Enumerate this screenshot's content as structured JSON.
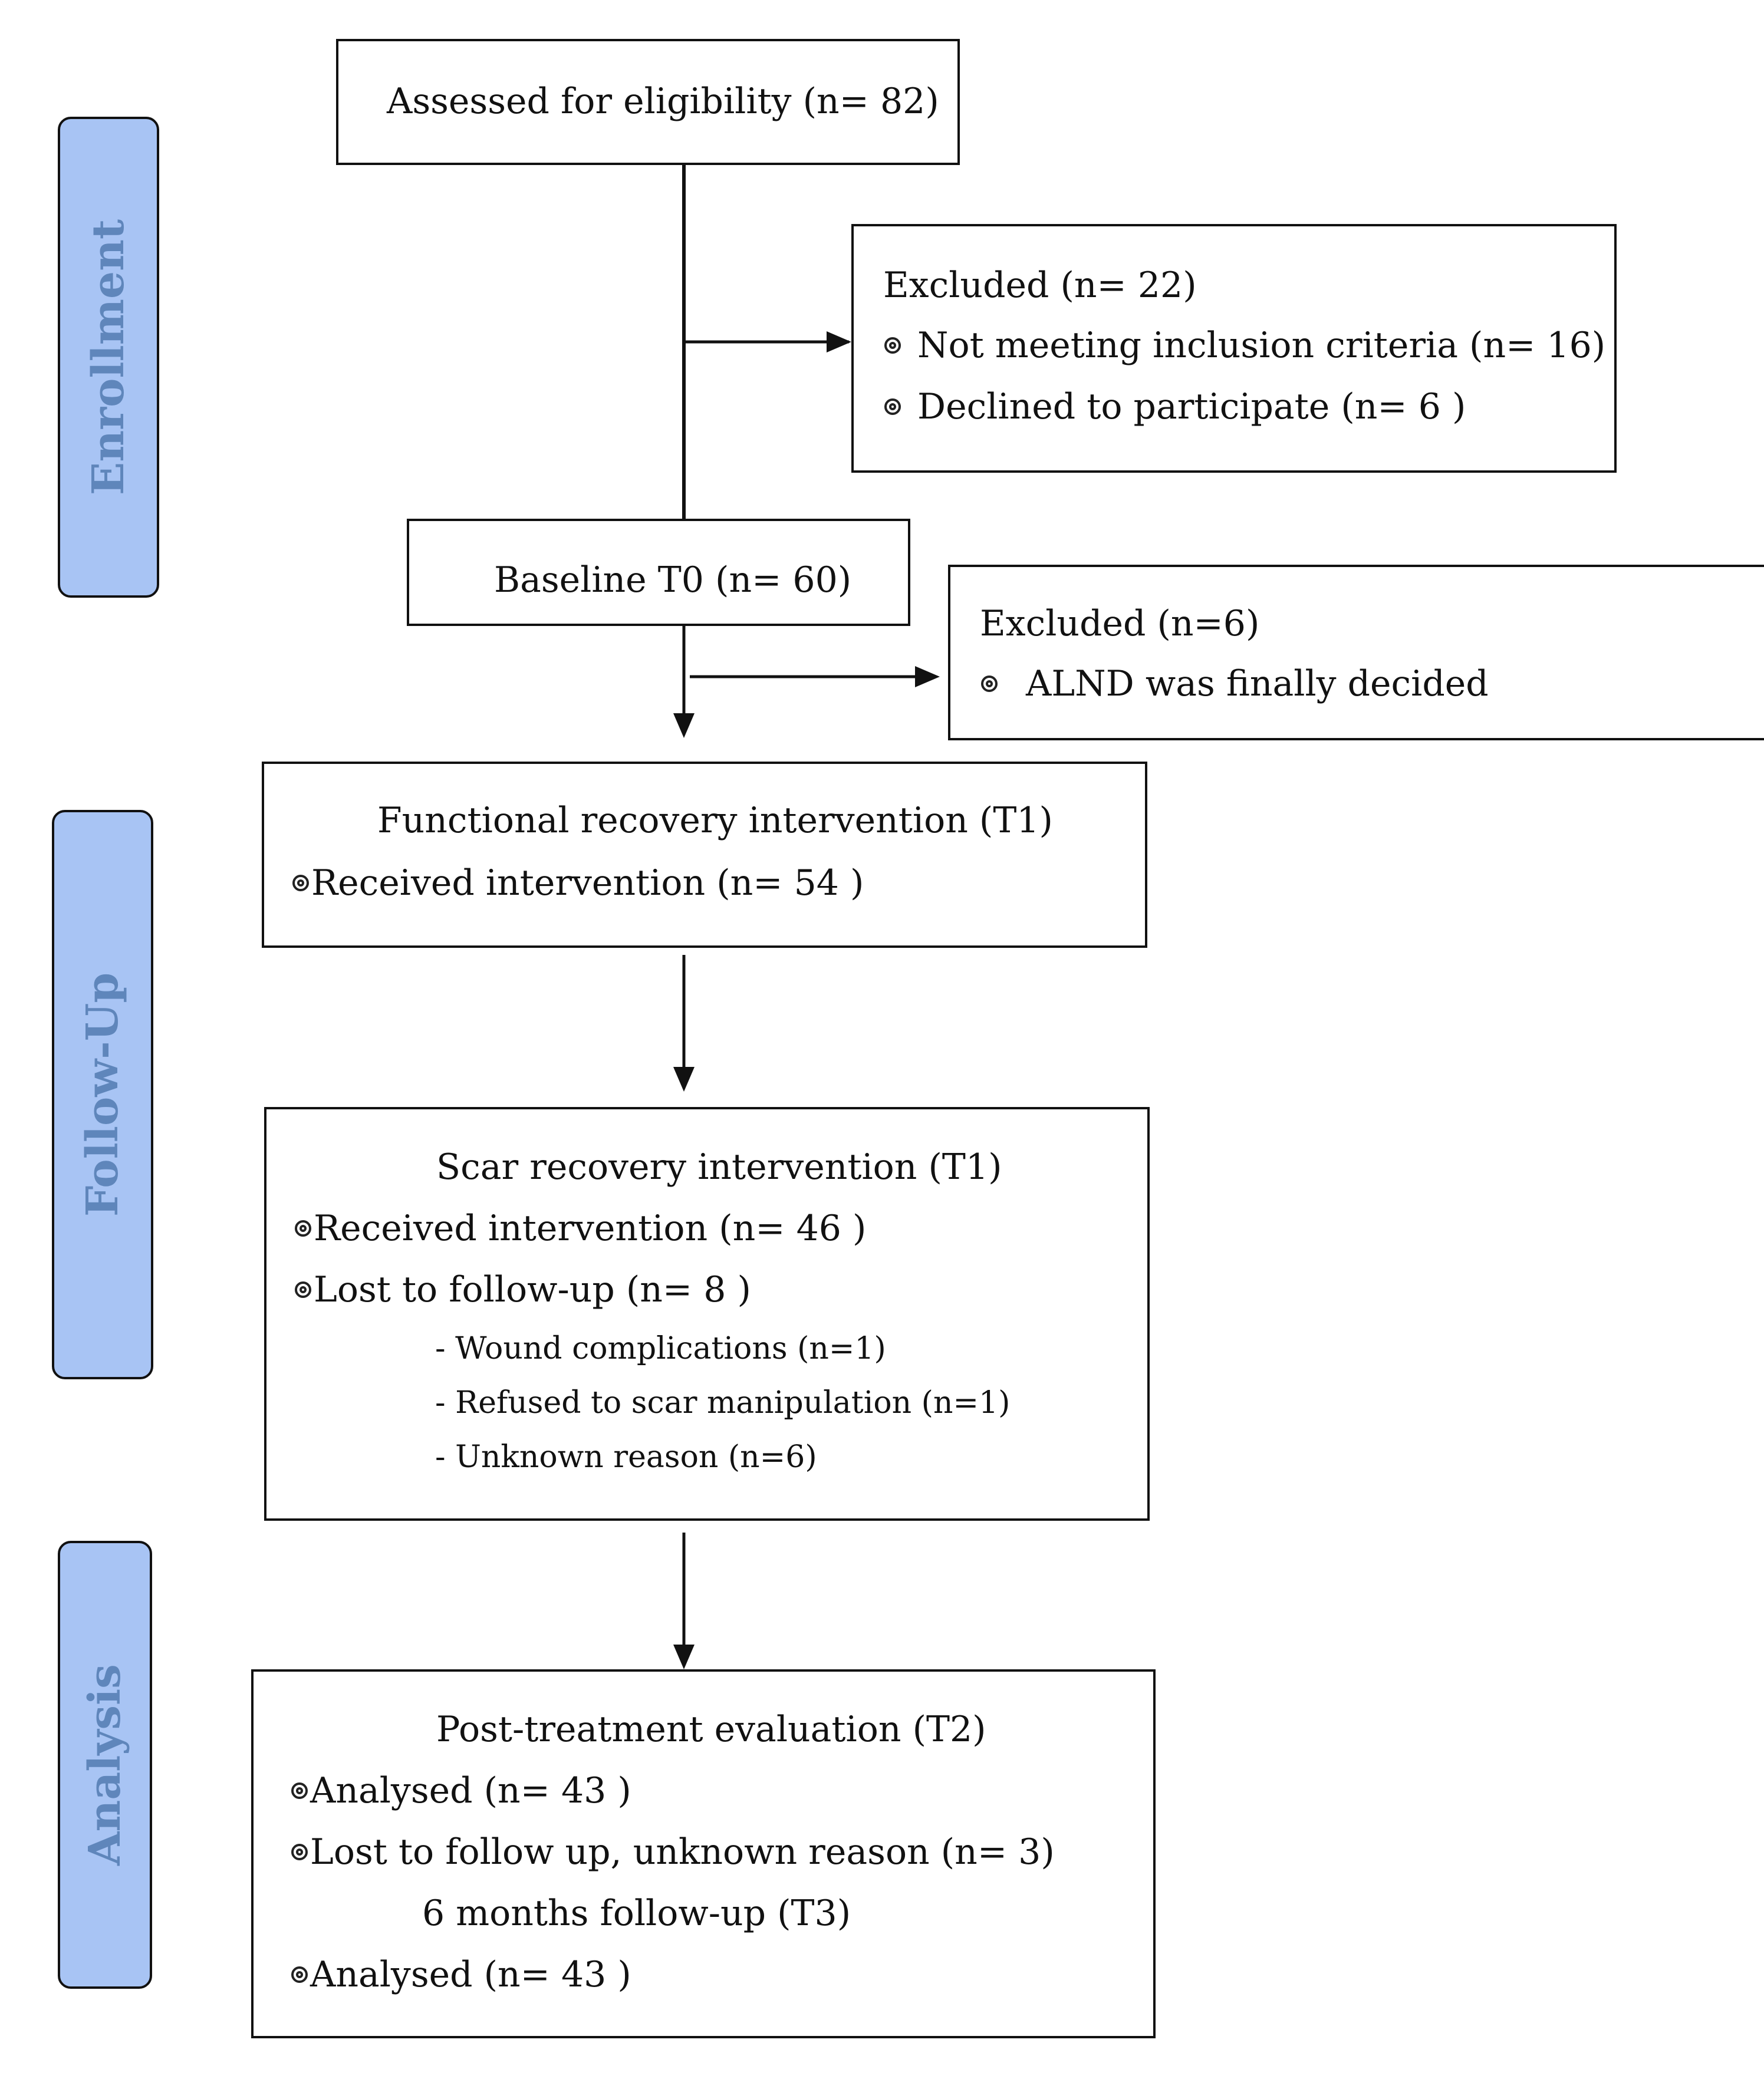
{
  "stages": {
    "enrollment": "Enrollment",
    "follow_up": "Follow-Up",
    "analysis": "Analysis"
  },
  "assessed": {
    "text": "Assessed for eligibility (n= 82)"
  },
  "excluded1": {
    "title": "Excluded (n= 22)",
    "items": [
      "Not meeting inclusion criteria (n= 16)",
      "Declined to participate (n= 6 )"
    ]
  },
  "baseline": {
    "text": "Baseline T0 (n= 60)"
  },
  "excluded2": {
    "title": "Excluded (n=6)",
    "items": [
      "ALND was finally decided"
    ]
  },
  "functional": {
    "title": "Functional recovery intervention (T1)",
    "items": [
      "Received  intervention (n= 54 )"
    ]
  },
  "scar": {
    "title": "Scar recovery intervention (T1)",
    "items": [
      "Received  intervention (n= 46 )",
      "Lost to follow-up  (n= 8 )"
    ],
    "reasons": [
      "- Wound complications (n=1)",
      "- Refused to scar manipulation (n=1)",
      "- Unknown reason (n=6)"
    ]
  },
  "post": {
    "title": "Post-treatment evaluation (T2)",
    "items": [
      "Analysed  (n= 43 )",
      "Lost to follow up, unknown reason  (n= 3)"
    ],
    "followup_title": "6 months follow-up (T3)",
    "followup_items": [
      "Analysed  (n= 43 )"
    ]
  }
}
